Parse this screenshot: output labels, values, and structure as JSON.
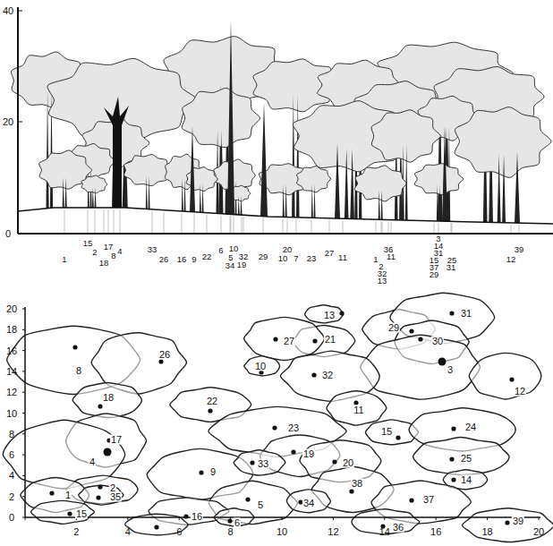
{
  "diagram": {
    "labels": [
      "40",
      "20",
      "0",
      "1",
      "15",
      "2",
      "18",
      "17",
      "8",
      "4",
      "33",
      "26",
      "16",
      "9",
      "22",
      "6",
      "10",
      "5",
      "32",
      "34",
      "19",
      "29",
      "20",
      "10",
      "7",
      "23",
      "27",
      "11",
      "36",
      "11",
      "1",
      "2",
      "32",
      "13",
      "3",
      "14",
      "31",
      "15",
      "25",
      "37",
      "31",
      "29",
      "39",
      "12",
      "20",
      "18",
      "16",
      "14",
      "12",
      "10",
      "8",
      "6",
      "4",
      "2",
      "0",
      "2",
      "4",
      "6",
      "8",
      "10",
      "12",
      "14",
      "16",
      "18",
      "20",
      "13",
      "29",
      "31",
      "30",
      "21",
      "27",
      "8",
      "26",
      "10",
      "3",
      "32",
      "12",
      "18",
      "22",
      "11",
      "23",
      "15",
      "24",
      "17",
      "4",
      "9",
      "19",
      "20",
      "25",
      "33",
      "14",
      "2",
      "38",
      "1",
      "35",
      "37",
      "5",
      "34",
      "15",
      "16",
      "6",
      "36",
      "39"
    ]
  }
}
